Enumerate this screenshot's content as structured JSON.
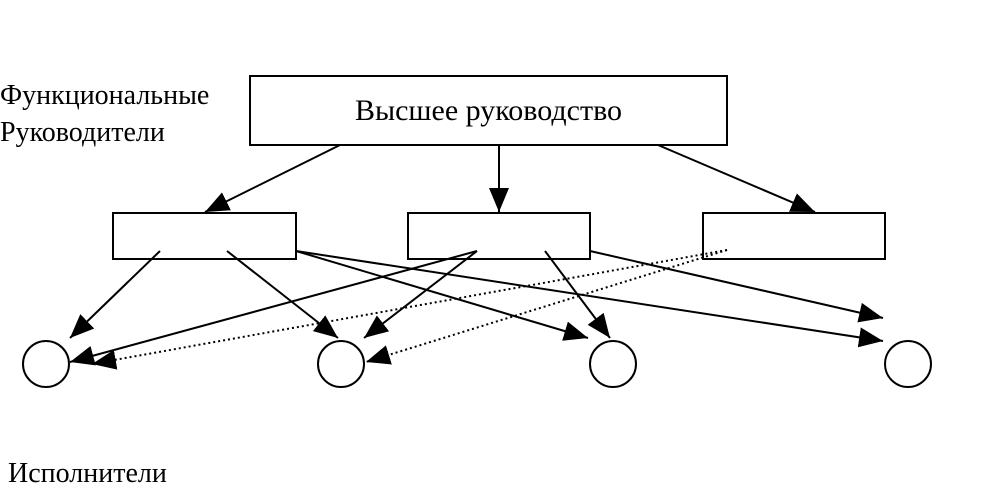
{
  "labels": {
    "functional_managers_line1": "Функциональные",
    "functional_managers_line2": "Руководители",
    "top_management": "Высшее руководство",
    "executors": "Исполнители"
  },
  "nodes": {
    "manager_boxes": [
      {
        "id": "manager-1"
      },
      {
        "id": "manager-2"
      },
      {
        "id": "manager-3"
      }
    ],
    "executors": [
      {
        "id": "executor-1"
      },
      {
        "id": "executor-2"
      },
      {
        "id": "executor-3"
      },
      {
        "id": "executor-4"
      }
    ]
  },
  "edges": [
    {
      "from": "top",
      "to": "manager-1",
      "style": "solid"
    },
    {
      "from": "top",
      "to": "manager-2",
      "style": "solid"
    },
    {
      "from": "top",
      "to": "manager-3",
      "style": "solid"
    },
    {
      "from": "manager-1",
      "to": "executor-1",
      "style": "solid"
    },
    {
      "from": "manager-1",
      "to": "executor-2",
      "style": "solid"
    },
    {
      "from": "manager-1",
      "to": "executor-3",
      "style": "solid"
    },
    {
      "from": "manager-1",
      "to": "executor-4",
      "style": "solid"
    },
    {
      "from": "manager-2",
      "to": "executor-1",
      "style": "solid"
    },
    {
      "from": "manager-2",
      "to": "executor-2",
      "style": "solid"
    },
    {
      "from": "manager-2",
      "to": "executor-3",
      "style": "solid"
    },
    {
      "from": "manager-2",
      "to": "executor-4",
      "style": "solid"
    },
    {
      "from": "manager-3",
      "to": "executor-1",
      "style": "dotted"
    },
    {
      "from": "manager-3",
      "to": "executor-2",
      "style": "dotted"
    }
  ],
  "colors": {
    "stroke": "#000000",
    "fill": "#ffffff"
  }
}
